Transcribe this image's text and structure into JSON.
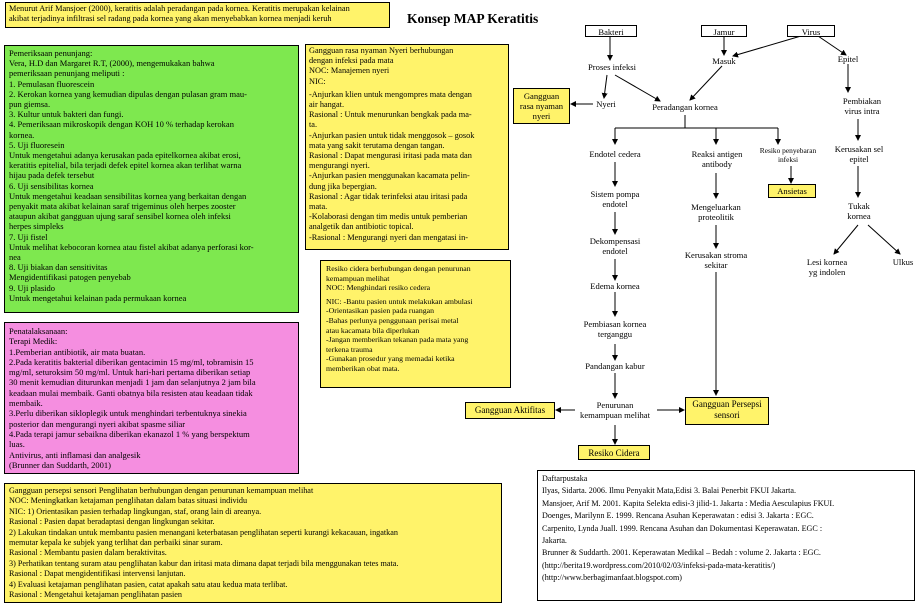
{
  "title": "Konsep MAP Keratitis",
  "intro": {
    "lines": [
      "Menurut Arif Mansjoer (2000), keratitis adalah peradangan pada kornea. Keratitis merupakan kelainan",
      "akibat terjadinya infiltrasi sel radang pada kornea yang akan menyebabkan kornea menjadi keruh"
    ]
  },
  "pemeriksaan": {
    "lines": [
      "Pemeriksaan penunjang:",
      "     Vera, H.D dan Margaret R.T, (2000), mengemukakan bahwa",
      "pemeriksaan penunjang meliputi :",
      "1.    Pemulasan fluorescein",
      "2.    Kerokan kornea yang kemudian dipulas dengan pulasan gram mau-",
      "pun giemsa.",
      "3.    Kultur untuk bakteri dan fungi.",
      "4.    Pemeriksaan mikroskopik dengan KOH 10 % terhadap kerokan",
      "kornea.",
      "5.    Uji fluoresein",
      "Untuk mengetahui adanya kerusakan pada epitelkornea akibat erosi,",
      "keratitis epitelial, bila terjadi defek epitel kornea akan terlihat warna",
      "hijau pada defek tersebut",
      "6.    Uji sensibilitas kornea",
      "Untuk mengetahui keadaan sensibilitas kornea yang berkaitan dengan",
      "penyakit mata akibat kelainan saraf trigeminus oleh herpes zooster",
      "ataupun akibat gangguan ujung saraf sensibel kornea oleh infeksi",
      "herpes simpleks",
      "7.    Uji fistel",
      "Untuk melihat kebocoran kornea atau fistel akibat adanya perforasi kor-",
      "nea",
      "8.    Uji biakan dan sensitivitas",
      "Mengidentifikasi patogen penyebab",
      "9.    Uji plasido",
      "Untuk mengetahui kelainan pada permukaan kornea"
    ]
  },
  "penatalaksanaan": {
    "lines": [
      "Penatalaksanaan:",
      "Terapi Medik:",
      "1.Pemberian antibiotik, air mata buatan.",
      "2.Pada keratitis bakterial diberikan gentacimin 15 mg/ml, tobramisin 15",
      "mg/ml, seturoksim 50 mg/ml. Untuk hari-hari pertama diberikan setiap",
      "30 menit kemudian diturunkan menjadi 1 jam dan selanjutnya 2 jam bila",
      "keadaan mulai membaik. Ganti obatnya bila resisten atau keadaan tidak",
      "membaik.",
      "3.Perlu diberikan sikloplegik untuk menghindari terbentuknya sinekia",
      "posterior dan mengurangi nyeri akibat spasme siliar",
      "4.Pada terapi jamur sebaikna diberikan ekanazol 1 % yang berspektum",
      "luas.",
      "Antivirus, anti inflamasi dan analgesik",
      "(Brunner dan Suddarth, 2001)"
    ]
  },
  "nyeri_box": {
    "lines": [
      "Gangguan rasa nyaman Nyeri berhubungan",
      "dengan infeksi pada mata",
      "NOC: Manajemen nyeri",
      "NIC:",
      "",
      "-Anjurkan klien untuk mengompres mata dengan",
      "       air hangat.",
      "Rasional : Untuk menurunkan bengkak pada ma-",
      "ta.",
      "-Anjurkan pasien untuk tidak menggosok – gosok",
      "mata yang sakit terutama dengan tangan.",
      "Rasional : Dapat mengurasi iritasi pada mata dan",
      "mengurangi nyeri.",
      "-Anjurkan pasien menggunakan kacamata pelin-",
      "dung jika bepergian.",
      "Rasional : Agar tidak terinfeksi atau iritasi pada",
      "mata.",
      "-Kolaborasi dengan tim medis untuk pemberian",
      "analgetik dan antibiotic topical.",
      "-Rasional : Mengurangi nyeri dan mengatasi in-"
    ]
  },
  "cidera_box": {
    "lines": [
      "Resiko cidera berhubungan dengan penurunan",
      "kemampuan melihat",
      "NOC: Menghindari resiko cedera",
      "",
      "NIC: -Bantu pasien untuk melakukan ambulasi",
      "        -Orientasikan pasien pada ruangan",
      "        -Bahas perlunya penggunaan perisai metal",
      "        atau kacamata bila diperlukan",
      "        -Jangan memberikan tekanan pada mata yang",
      "        terkena trauma",
      "        -Gunakan prosedur yang memadai ketika",
      "        memberikan obat mata."
    ]
  },
  "persepsi_box": {
    "lines": [
      "Gangguan persepsi sensori Penglihatan berhubungan dengan penurunan kemampuan melihat",
      "NOC: Meningkatkan ketajaman penglihatan dalam batas situasi individu",
      "NIC: 1)   Orientasikan pasien terhadap lingkungan, staf, orang lain di areanya.",
      "            Rasional : Pasien dapat beradaptasi dengan lingkungan sekitar.",
      "        2)   Lakukan tindakan untuk membantu pasien menangani keterbatasan penglihatan seperti kurangi kekacauan, ingatkan",
      "            memutar kepala ke subjek yang terlihat dan perbaiki sinar suram.",
      "            Rasional : Membantu pasien dalam beraktivitas.",
      "        3)   Perhatikan tentang suram atau penglihatan kabur dan iritasi mata dimana dapat terjadi bila menggunakan tetes mata.",
      "            Rasional : Dapat mengidentifikasi intervensi lanjutan.",
      "        4)   Evaluasi ketajaman penglihatan pasien, catat apakah satu atau kedua mata terlibat.",
      "            Rasional : Mengetahui ketajaman penglihatan pasien"
    ]
  },
  "daftar": {
    "heading": "Daftarpustaka",
    "lines": [
      "Ilyas, Sidarta. 2006. Ilmu Penyakit Mata,Edisi 3. Balai Penerbit FKUI Jakarta.",
      "Mansjoer, Arif M. 2001. Kapita Selekta edisi-3 jilid-1. Jakarta : Media Aesculapius FKUI.",
      "Doenges, Marilynn E. 1999. Rencana Asuhan Keperawatan : edisi 3. Jakarta : EGC.",
      "Carpenito, Lynda Juall. 1999. Rencana Asuhan dan Dokumentasi Keperawatan. EGC :",
      "Jakarta.",
      "Brunner & Suddarth. 2001. Keperawatan Medikal – Bedah : volume 2. Jakarta : EGC.",
      "(http://berita19.wordpress.com/2010/02/03/infeksi-pada-mata-keratitis/)",
      "(http://www.berbagimanfaat.blogspot.com)"
    ]
  },
  "nodes": {
    "bakteri": "Bakteri",
    "jamur": "Jamur",
    "virus": "Virus",
    "proses_infeksi": "Proses infeksi",
    "masuk": "Masuk",
    "epitel": "Epitel",
    "gangguan_rasa_l1": "Gangguan",
    "gangguan_rasa_l2": "rasa nyaman",
    "gangguan_rasa_l3": "nyeri",
    "nyeri": "Nyeri",
    "peradangan": "Peradangan kornea",
    "pembiakan_l1": "Pembiakan",
    "pembiakan_l2": "virus intra",
    "kerusakan_sel_l1": "Kerusakan sel",
    "kerusakan_sel_l2": "epitel",
    "tukak_l1": "Tukak",
    "tukak_l2": "kornea",
    "lesi_l1": "Lesi kornea",
    "lesi_l2": "yg indolen",
    "ulkus": "Ulkus",
    "endotel": "Endotel cedera",
    "reaksi_l1": "Reaksi antigen",
    "reaksi_l2": "antibody",
    "resiko_l1": "Resiko penyebaran",
    "resiko_l2": "infeksi",
    "ansietas": "Ansietas",
    "sistem_l1": "Sistem pompa",
    "sistem_l2": "endotel",
    "mengeluarkan_l1": "Mengeluarkan",
    "mengeluarkan_l2": "proteolitik",
    "dekompensasi_l1": "Dekompensasi",
    "dekompensasi_l2": "endotel",
    "kerusakan_stroma_l1": "Kerusakan stroma",
    "kerusakan_stroma_l2": "sekitar",
    "edema": "Edema kornea",
    "pembiasan_l1": "Pembiasan kornea",
    "pembiasan_l2": "terganggu",
    "pandangan": "Pandangan kabur",
    "penurunan_l1": "Penurunan",
    "penurunan_l2": "kemampuan melihat",
    "aktifitas": "Gangguan Aktifitas",
    "persepsi_l1": "Gangguan Persepsi",
    "persepsi_l2": "sensori",
    "cidera": "Resiko Cidera"
  },
  "colors": {
    "green": "#7ee84f",
    "yellow": "#fff36a",
    "pink": "#f58ee0"
  }
}
